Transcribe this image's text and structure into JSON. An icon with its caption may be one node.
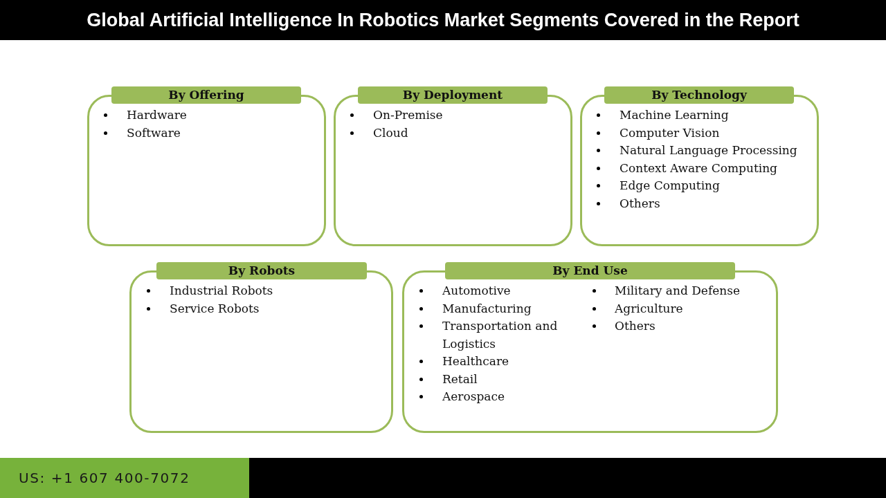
{
  "diagram": {
    "title": "Global Artificial Intelligence In Robotics Market Segments Covered in the Report",
    "nodes": [
      {
        "text": [
          "By Offering",
          "Hardware",
          "Software"
        ]
      },
      {
        "text": [
          "By Deployment",
          "On-Premise",
          "Cloud"
        ]
      },
      {
        "text": [
          "By Technology",
          "Machine Learning",
          "Computer Vision",
          "Natural Language Processing",
          "Context Aware Computing",
          "Edge Computing",
          "Others"
        ]
      },
      {
        "text": [
          "By Robots",
          "Industrial Robots",
          "Service Robots"
        ]
      },
      {
        "text": [
          "By End Use",
          "Automotive",
          "Manufacturing",
          "Transportation and Logistics",
          "Healthcare",
          "Retail",
          "Aerospace",
          "Military and Defense",
          "Agriculture",
          "Others"
        ]
      }
    ],
    "labels": [
      "US: +1 607 400-7072"
    ]
  }
}
